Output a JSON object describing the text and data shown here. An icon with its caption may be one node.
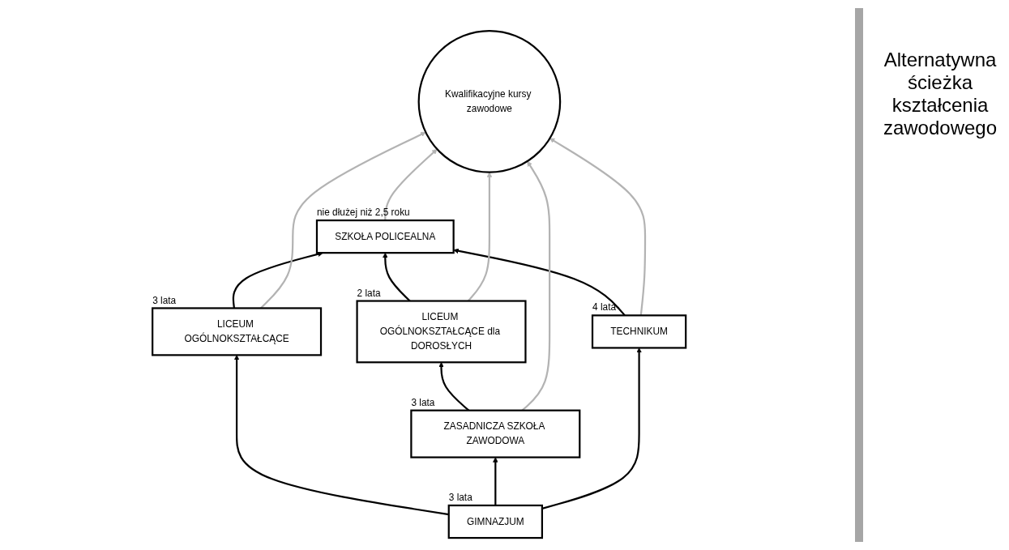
{
  "diagram": {
    "nodes": [
      {
        "text": [
          "SZKOŁA POLICEALNA"
        ],
        "beside": [
          "nie dłużej niż 2,5 roku"
        ]
      },
      {
        "text": [
          "LICEUM OGÓLNOKSZTAŁCĄCE dla DOROSŁYCH"
        ],
        "beside": [
          "2 lata"
        ]
      },
      {
        "text": [
          "TECHNIKUM"
        ],
        "beside": [
          "4 lata"
        ]
      },
      {
        "text": [
          "ZASADNICZA SZKOŁA ZAWODOWA"
        ],
        "beside": [
          "3 lata"
        ]
      },
      {
        "text": [
          "LICEUM OGÓLNOKSZTAŁCĄCE"
        ],
        "beside": [
          "3 lata"
        ]
      },
      {
        "text": [
          "GIMNAZJUM"
        ],
        "beside": [
          "3 lata"
        ]
      },
      {
        "text": [
          "Kwalifikacyjne kursy zawodowe"
        ]
      }
    ],
    "edges": [
      {
        "from": 5,
        "to": 4,
        "arrow": "to"
      },
      {
        "from": 5,
        "to": 3,
        "arrow": "to"
      },
      {
        "from": 5,
        "to": 2,
        "arrow": "to"
      },
      {
        "from": 4,
        "to": 0,
        "arrow": "to"
      },
      {
        "from": 3,
        "to": 1,
        "arrow": "to"
      },
      {
        "from": 1,
        "to": 0,
        "arrow": "to"
      },
      {
        "from": 2,
        "to": 0,
        "arrow": "to"
      },
      {
        "from": 0,
        "to": 6,
        "arrow": "to",
        "color": "#b3b3b3"
      },
      {
        "from": 1,
        "to": 6,
        "arrow": "to",
        "color": "#b3b3b3"
      },
      {
        "from": 2,
        "to": 6,
        "arrow": "to",
        "color": "#b3b3b3"
      },
      {
        "from": 3,
        "to": 6,
        "arrow": "to",
        "color": "#b3b3b3"
      },
      {
        "from": 4,
        "to": 6,
        "arrow": "to",
        "color": "#b3b3b3"
      }
    ],
    "labels": [
      "Alternatywna ścieżka kształcenia zawodowego"
    ]
  }
}
